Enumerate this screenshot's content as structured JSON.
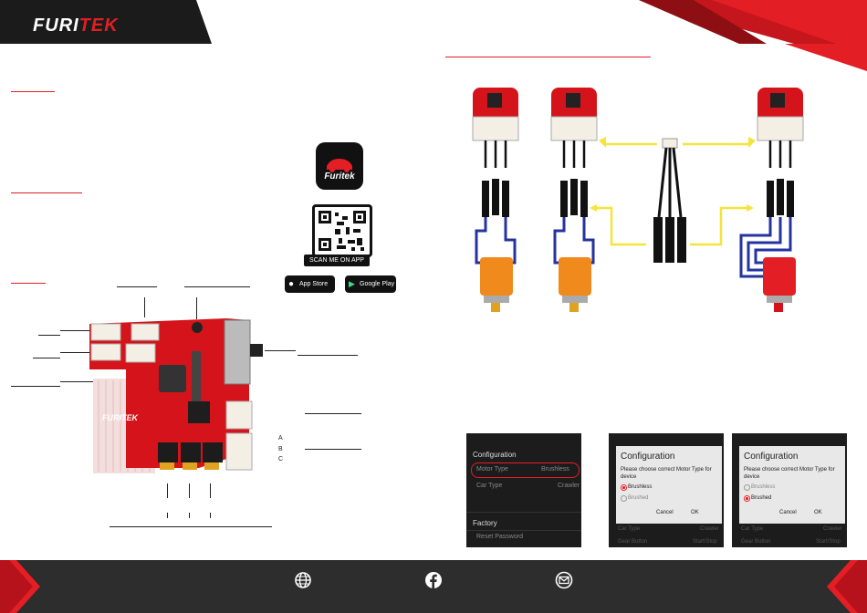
{
  "brand": {
    "logo_left": "FURI",
    "logo_right": "TEK",
    "accent_color": "#e31e24",
    "dark_color": "#1b1b1b"
  },
  "app": {
    "tile_name": "Furitek",
    "scan_label": "SCAN ME ON APP",
    "app_store_label": "App Store",
    "google_play_label": "Google Play"
  },
  "board": {
    "ab_labels": [
      "A",
      "B",
      "C"
    ]
  },
  "shot1": {
    "section_config": "Configuration",
    "row1_label": "Motor Type",
    "row1_value": "Brushless",
    "row2_label": "Car Type",
    "row2_value": "Crawler",
    "section_factory": "Factory",
    "row3_label": "Reset Password"
  },
  "shot2": {
    "title": "Configuration",
    "prompt": "Please choose correct Motor Type for device",
    "opt1": "Brushless",
    "opt2": "Brushed",
    "cancel": "Cancel",
    "ok": "OK",
    "bg_row1_label": "Car Type",
    "bg_row1_value": "Crawler",
    "bg_row2_label": "Gear Button",
    "bg_row2_value": "Start/Stop"
  },
  "shot3": {
    "title": "Configuration",
    "prompt": "Please choose correct Motor Type for device",
    "opt1": "Brushless",
    "opt2": "Brushed",
    "cancel": "Cancel",
    "ok": "OK",
    "bg_row1_label": "Car Type",
    "bg_row1_value": "Crawler",
    "bg_row2_label": "Gear Button",
    "bg_row2_value": "Start/Stop"
  }
}
